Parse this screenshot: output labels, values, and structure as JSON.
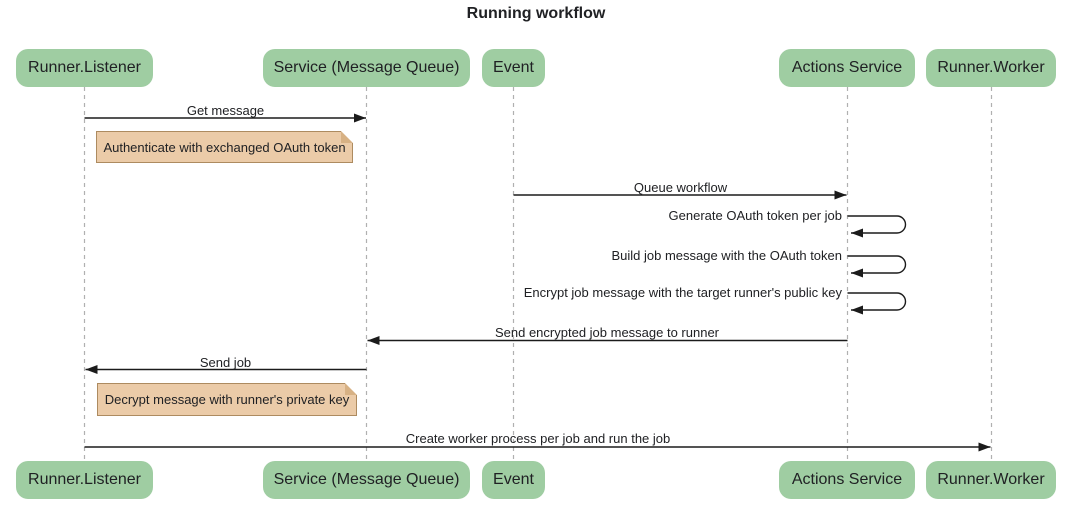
{
  "title": "Running workflow",
  "participants": [
    {
      "label": "Runner.Listener"
    },
    {
      "label": "Service (Message Queue)"
    },
    {
      "label": "Event"
    },
    {
      "label": "Actions Service"
    },
    {
      "label": "Runner.Worker"
    }
  ],
  "messages": [
    {
      "label": "Get message",
      "from": "Runner.Listener",
      "to": "Service (Message Queue)",
      "kind": "solid-arrow"
    },
    {
      "label": "Queue workflow",
      "from": "Event",
      "to": "Actions Service",
      "kind": "solid-arrow"
    },
    {
      "label": "Generate OAuth token per job",
      "from": "Actions Service",
      "to": "Actions Service",
      "kind": "self"
    },
    {
      "label": "Build job message with the OAuth token",
      "from": "Actions Service",
      "to": "Actions Service",
      "kind": "self"
    },
    {
      "label": "Encrypt job message with the target runner's public key",
      "from": "Actions Service",
      "to": "Actions Service",
      "kind": "self"
    },
    {
      "label": "Send encrypted job message to runner",
      "from": "Actions Service",
      "to": "Service (Message Queue)",
      "kind": "solid-arrow"
    },
    {
      "label": "Send job",
      "from": "Service (Message Queue)",
      "to": "Runner.Listener",
      "kind": "solid-arrow"
    },
    {
      "label": "Create worker process per job and run the job",
      "from": "Runner.Listener",
      "to": "Runner.Worker",
      "kind": "solid-arrow"
    }
  ],
  "notes": [
    {
      "label": "Authenticate with exchanged OAuth token"
    },
    {
      "label": "Decrypt message with runner's private key"
    }
  ],
  "colors": {
    "actor_fill": "#9fcda2",
    "note_fill": "#ebcba8",
    "note_border": "#ad8b60",
    "lifeline": "#b0b0b0",
    "arrow": "#1b1b1b",
    "text": "#202124"
  }
}
